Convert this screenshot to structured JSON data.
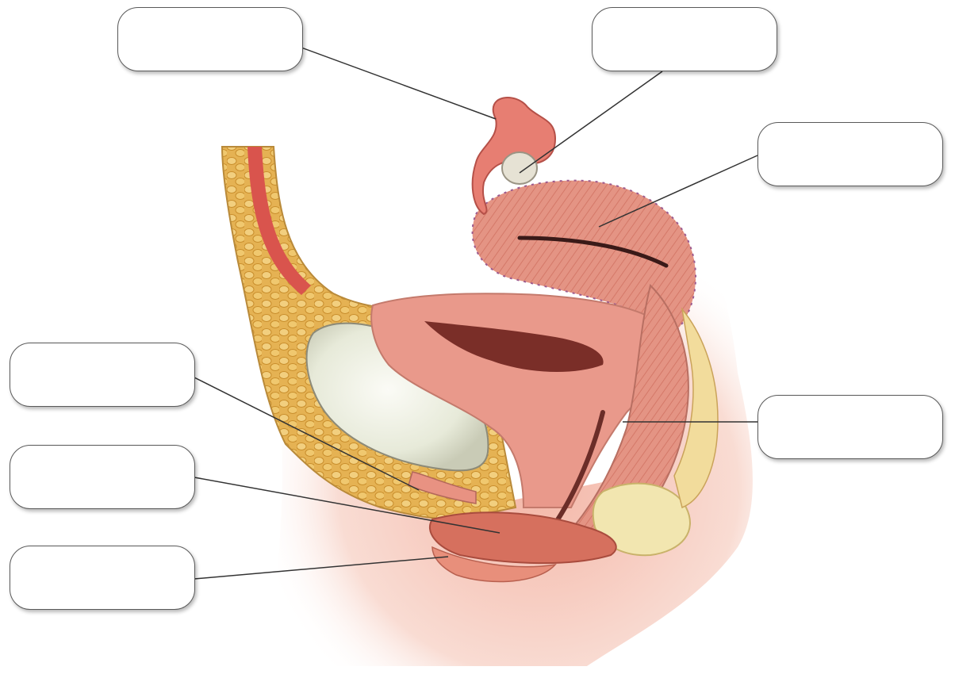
{
  "diagram": {
    "kind": "female pelvis sagittal section, blank labeling exercise",
    "colors": {
      "tissue_pink": "#e99a8c",
      "tissue_dark": "#c8685c",
      "fat_yellow": "#e7b95a",
      "bladder_cream": "#ecefe2",
      "skin": "#f6d7cc",
      "leader_line": "#333333",
      "box_border": "#5a5a5a"
    },
    "labels": [
      {
        "id": "uterine-tube",
        "text": ""
      },
      {
        "id": "ovary",
        "text": ""
      },
      {
        "id": "uterus",
        "text": ""
      },
      {
        "id": "urethra",
        "text": ""
      },
      {
        "id": "clitoris",
        "text": ""
      },
      {
        "id": "labium",
        "text": ""
      },
      {
        "id": "vagina",
        "text": ""
      }
    ]
  }
}
